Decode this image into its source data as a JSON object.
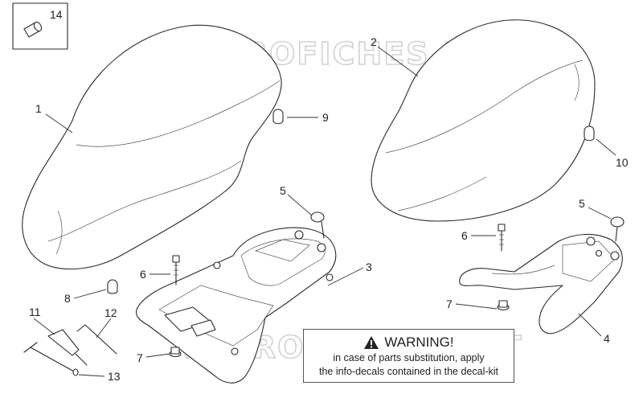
{
  "watermark": "MICROFICHES.NET",
  "callouts": [
    "1",
    "2",
    "3",
    "4",
    "5",
    "5",
    "6",
    "6",
    "7",
    "7",
    "8",
    "9",
    "10",
    "11",
    "12",
    "13",
    "14"
  ],
  "warning": {
    "title": "WARNING!",
    "line1": "in case of parts substitution, apply",
    "line2": "the info-decals contained in the decal-kit"
  },
  "colors": {
    "line": "#2a2a2a",
    "watermark": "#d2d2d2",
    "background": "#ffffff"
  }
}
